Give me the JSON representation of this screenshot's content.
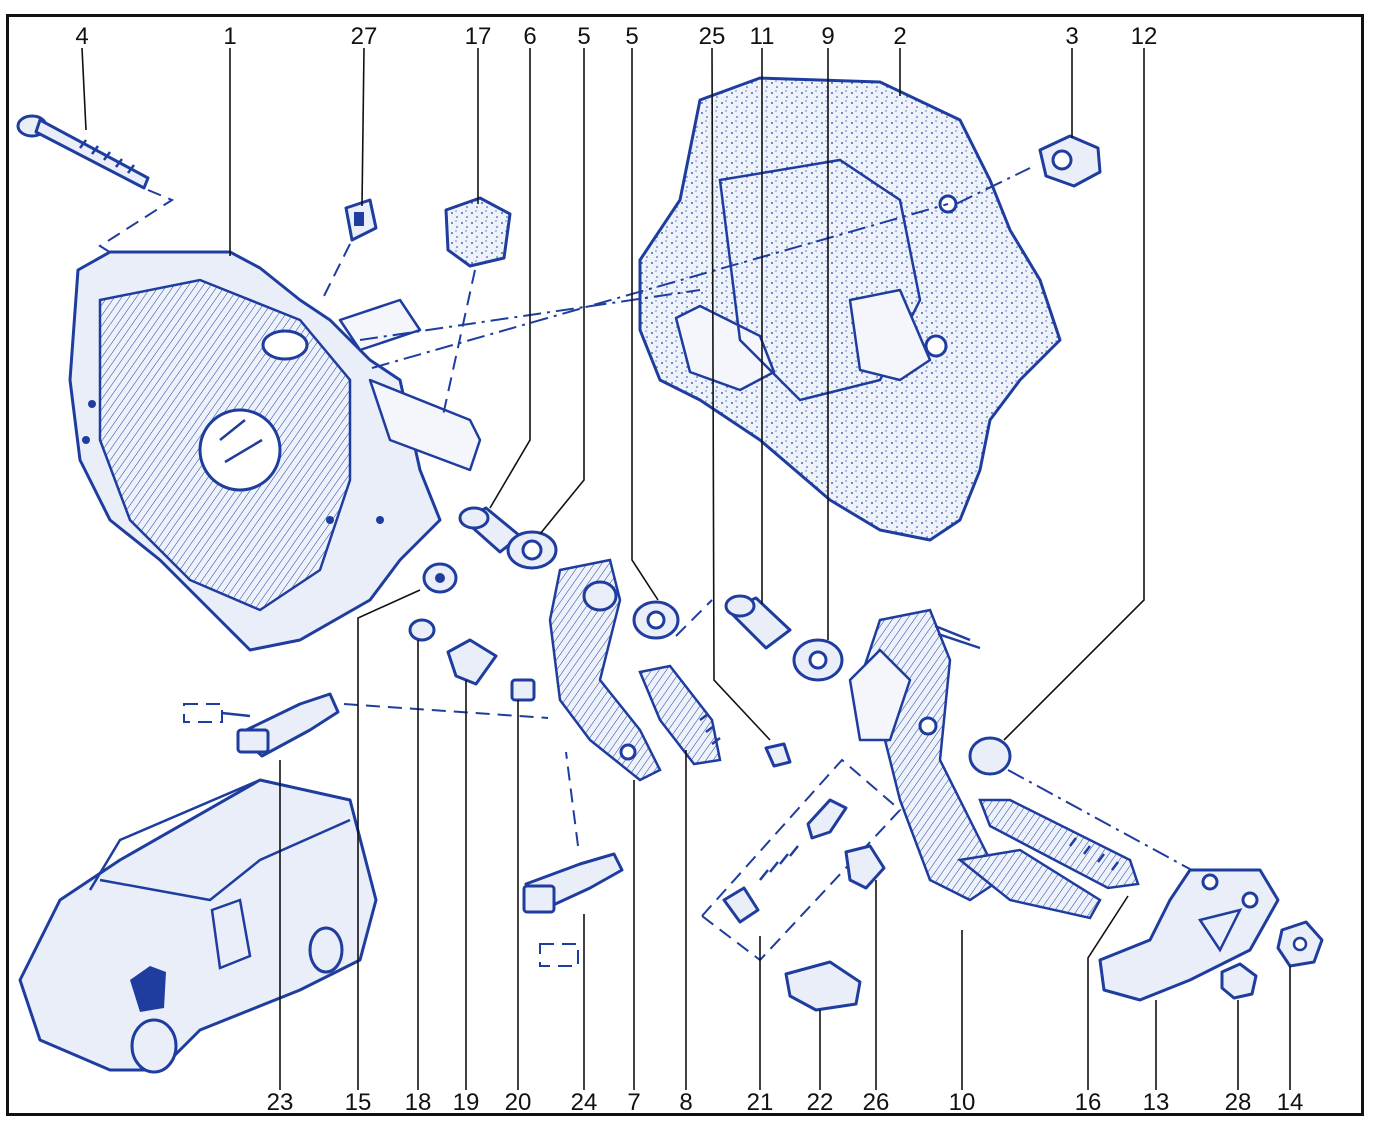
{
  "figure": {
    "callouts": [
      "4",
      "1",
      "27",
      "17",
      "6",
      "5",
      "5",
      "25",
      "11",
      "9",
      "2",
      "3",
      "12",
      "23",
      "15",
      "18",
      "19",
      "20",
      "24",
      "7",
      "8",
      "21",
      "22",
      "26",
      "10",
      "16",
      "13",
      "28",
      "14"
    ]
  },
  "colors": {
    "ink": "#1f3d9e",
    "fill": "#e9eef9",
    "border": "#111111"
  }
}
